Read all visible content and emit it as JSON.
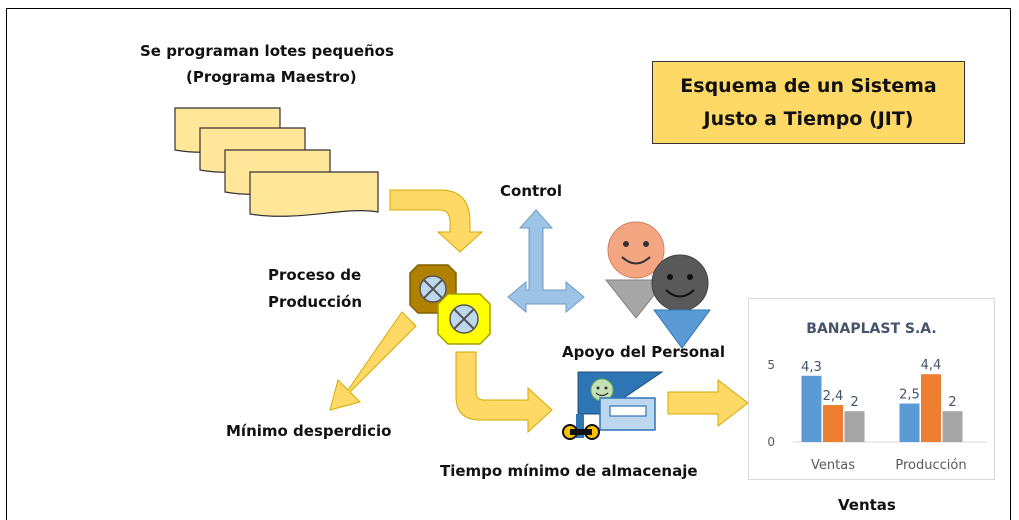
{
  "labels": {
    "programa_line1": "Se programan lotes pequeños",
    "programa_line2": "(Programa Maestro)",
    "control": "Control",
    "proceso_line1": "Proceso de",
    "proceso_line2": "Producción",
    "minimo_desperdicio": "Mínimo desperdicio",
    "apoyo_personal": "Apoyo del Personal",
    "tiempo_almacenaje": "Tiempo mínimo de almacenaje",
    "ventas_caption": "Ventas"
  },
  "title_box": {
    "line1": "Esquema de un Sistema",
    "line2": "Justo a Tiempo (JIT)",
    "fill": "#ffd966"
  },
  "colors": {
    "document_fill": "#ffe699",
    "flow_arrow": "#ffd966",
    "control_arrow": "#9dc3e6",
    "blue_series": "#5b9bd5",
    "orange_series": "#ed7d31",
    "gray_series": "#a5a5a5"
  },
  "chart_data": {
    "type": "bar",
    "title": "BANAPLAST S.A.",
    "categories": [
      "Ventas",
      "Producción"
    ],
    "series": [
      {
        "values": [
          4.3,
          2.5
        ],
        "labels": [
          "4,3",
          "2,5"
        ]
      },
      {
        "values": [
          2.4,
          4.4
        ],
        "labels": [
          "2,4",
          "4,4"
        ]
      },
      {
        "values": [
          2,
          2
        ],
        "labels": [
          "2",
          "2"
        ]
      }
    ],
    "ylim": [
      0,
      5
    ],
    "yticks": [
      0,
      5
    ],
    "legend": "none"
  }
}
